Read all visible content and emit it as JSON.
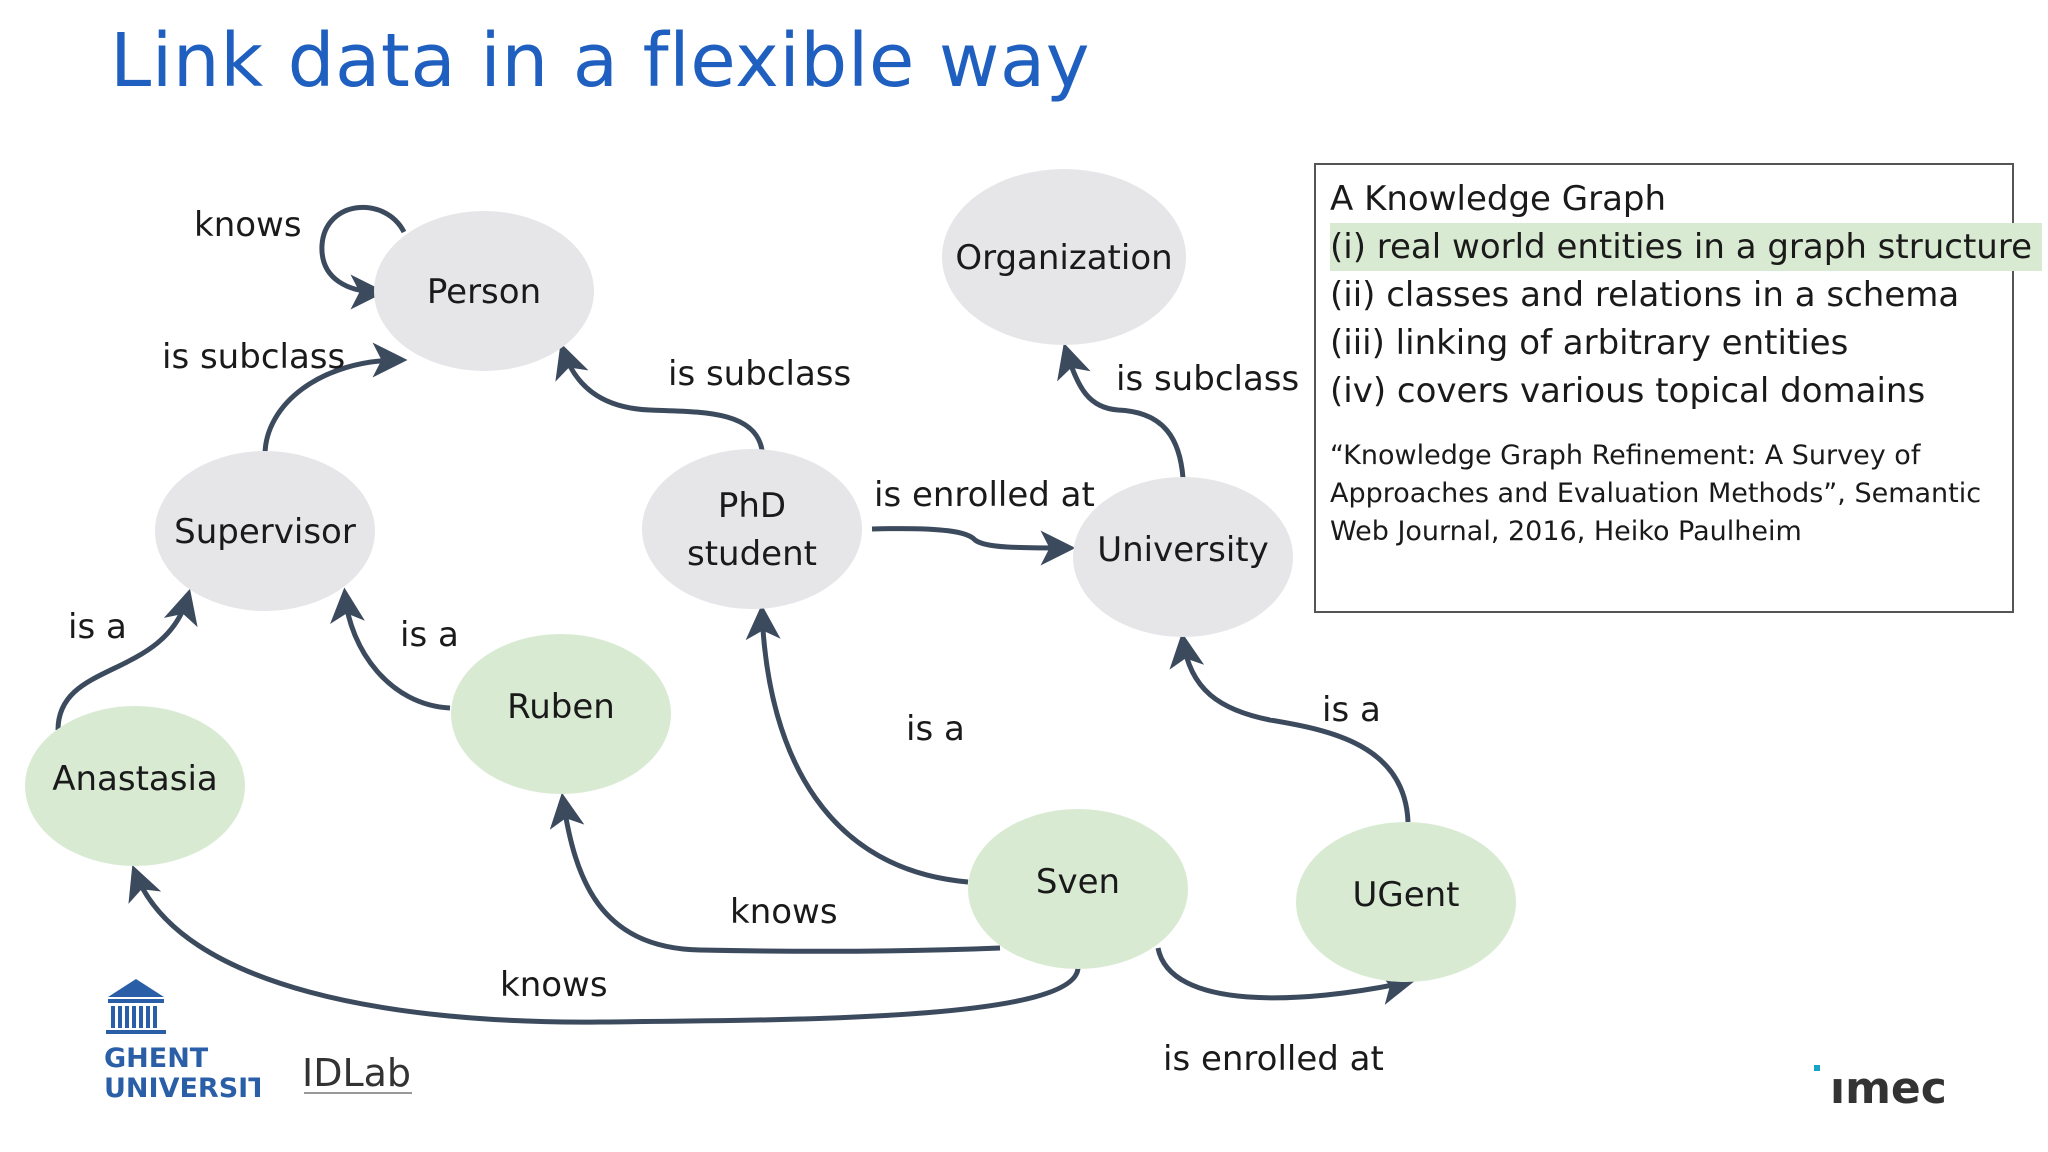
{
  "title": "Link data in a flexible way",
  "nodes": {
    "person": "Person",
    "organization": "Organization",
    "supervisor": "Supervisor",
    "phd_line1": "PhD",
    "phd_line2": "student",
    "university": "University",
    "ruben": "Ruben",
    "anastasia": "Anastasia",
    "sven": "Sven",
    "ugent": "UGent"
  },
  "edges": {
    "person_knows_person": "knows",
    "supervisor_subclass_person": "is subclass",
    "phd_subclass_person": "is subclass",
    "university_subclass_org": "is subclass",
    "phd_enrolled_university": "is enrolled at",
    "anastasia_isa_supervisor": "is a",
    "ruben_isa_supervisor": "is a",
    "sven_isa_phd": "is a",
    "ugent_isa_university": "is a",
    "sven_knows_ruben": "knows",
    "sven_knows_anastasia": "knows",
    "sven_enrolled_ugent": "is enrolled at"
  },
  "colors": {
    "class_node": "#e6e6e9",
    "instance_node": "#d9ead3",
    "edge": "#3c4a5e",
    "title": "#1f5fbf",
    "highlight": "#d9ead3"
  },
  "info_box": {
    "heading": "A Knowledge Graph",
    "items": [
      "(i) real world entities in a graph structure",
      "(ii) classes and relations in a schema",
      "(iii) linking of arbitrary entities",
      "(iv) covers various topical domains"
    ],
    "highlighted_item": 0,
    "citation": "“Knowledge Graph Refinement: A Survey of Approaches and Evaluation Methods”, Semantic Web Journal, 2016, Heiko Paulheim"
  },
  "logos": {
    "ghent_line1": "GHENT",
    "ghent_line2": "UNIVERSITY",
    "idlab": "IDLab",
    "imec": "ımec"
  }
}
